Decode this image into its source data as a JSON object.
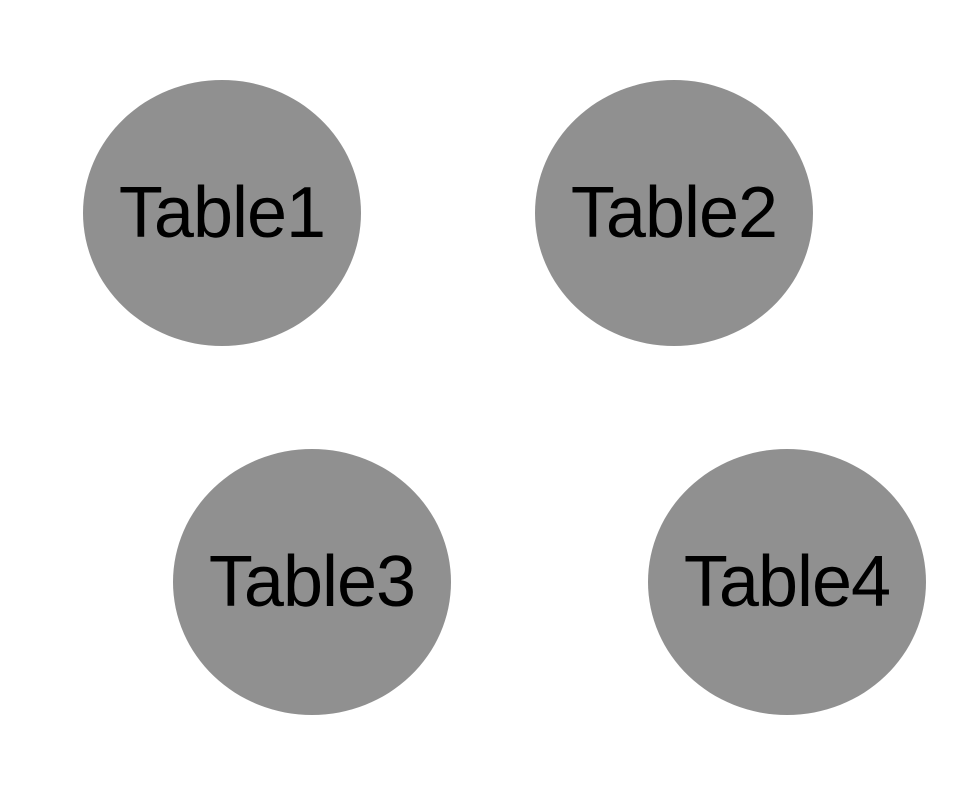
{
  "colors": {
    "background": "#ffffff",
    "node_fill": "#909090",
    "label": "#000000"
  },
  "diagram": {
    "nodes": [
      {
        "label": "Table1"
      },
      {
        "label": "Table2"
      },
      {
        "label": "Table3"
      },
      {
        "label": "Table4"
      }
    ]
  }
}
